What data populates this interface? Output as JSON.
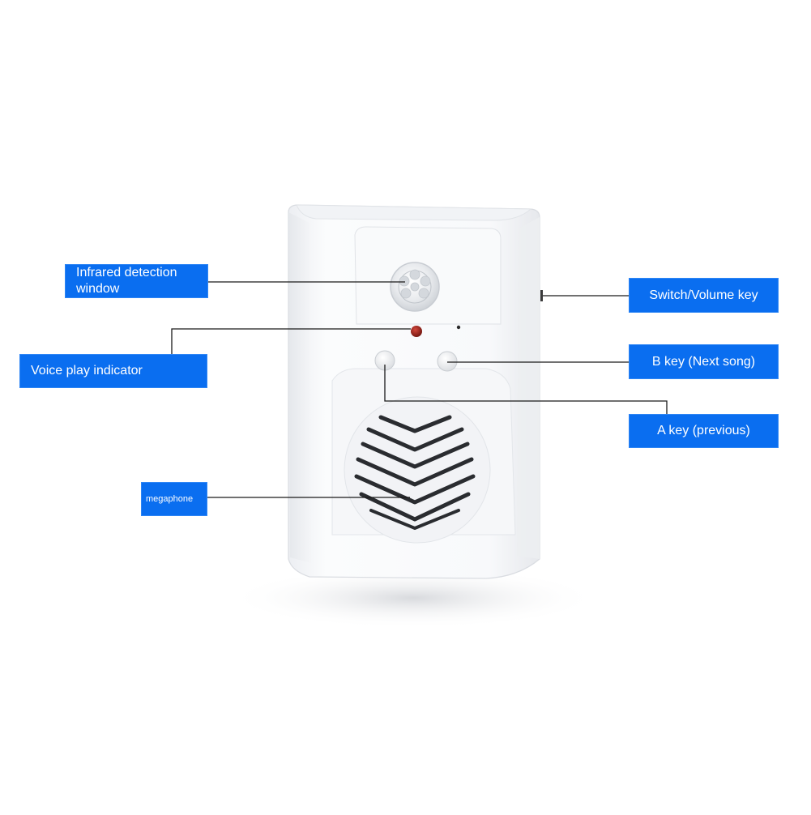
{
  "labels": {
    "infrared": "Infrared detection\nwindow",
    "voice_indicator": "Voice play indicator",
    "megaphone": "megaphone",
    "switch_volume": "Switch/Volume key",
    "b_key": "B key (Next song)",
    "a_key": "A key (previous)"
  },
  "colors": {
    "label_bg": "#0a6ef0",
    "label_text": "#ffffff",
    "leader_line": "#1a1a1a",
    "device_body": "#f7f8fa",
    "indicator_led": "#8a1f16"
  }
}
